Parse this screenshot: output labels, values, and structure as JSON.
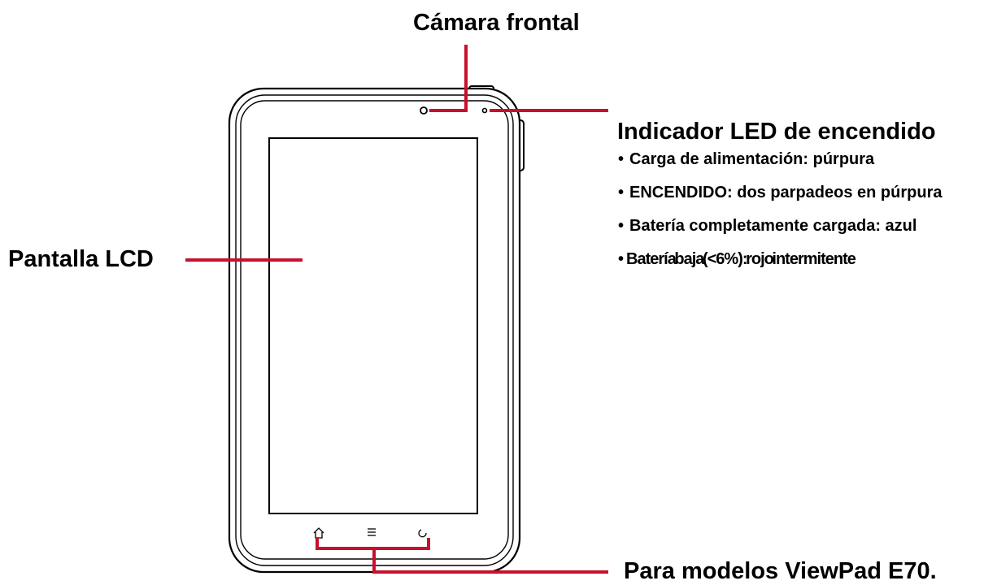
{
  "labels": {
    "front_camera": "Cámara frontal",
    "power_led": "Indicador LED de encendido",
    "lcd_screen": "Pantalla LCD",
    "models_note": "Para modelos ViewPad E70."
  },
  "led_states": [
    "Carga de alimentación: púrpura",
    "ENCENDIDO: dos parpadeos en púrpura",
    "Batería completamente cargada: azul",
    "Batería baja (<6%): rojo intermitente"
  ],
  "buttons": {
    "home_icon": "home-icon",
    "menu_icon": "menu-icon",
    "back_icon": "back-icon"
  },
  "colors": {
    "callout_line": "#c8102e",
    "outline": "#000000"
  }
}
